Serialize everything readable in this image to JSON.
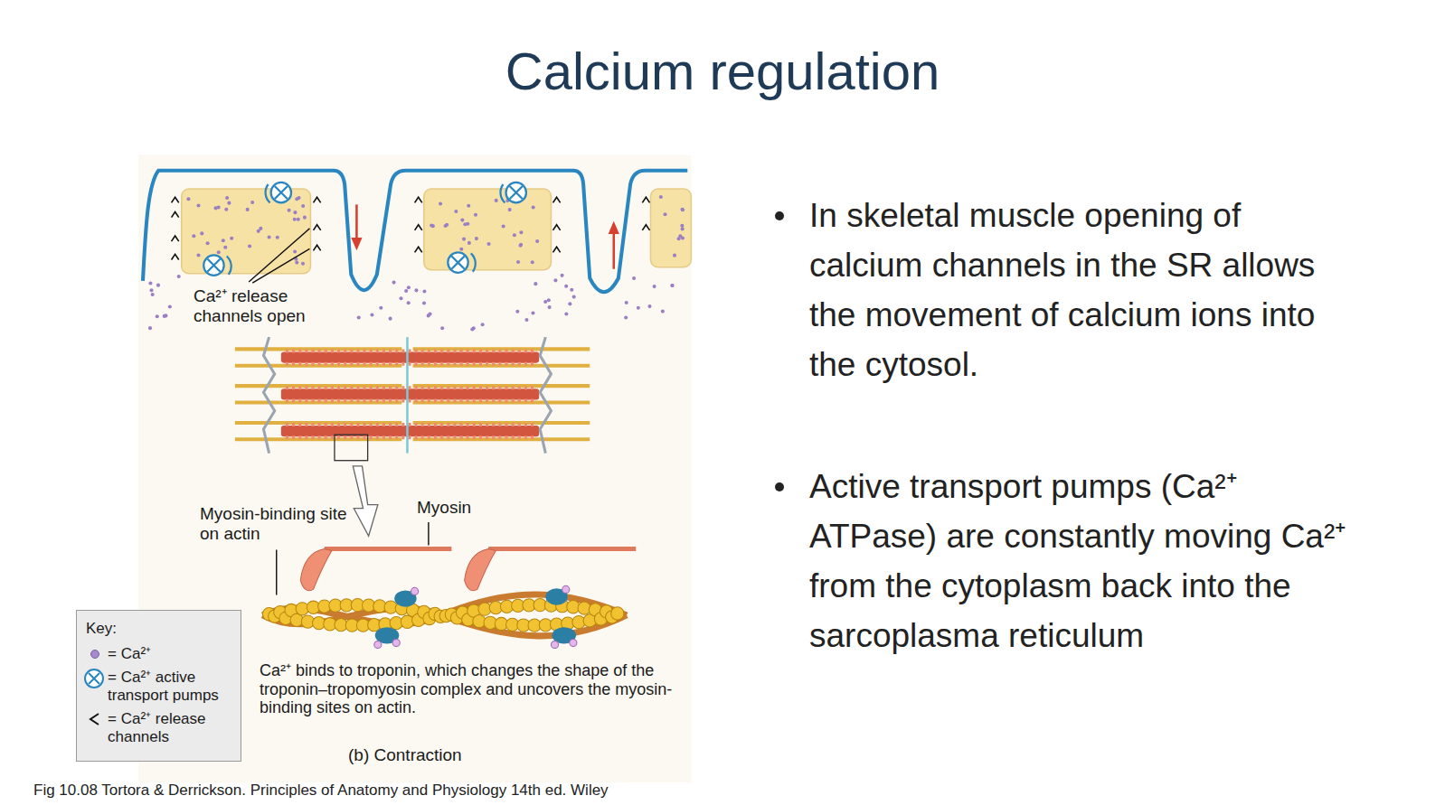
{
  "diagram": {
    "title": "Calcium regulation",
    "caption": "Fig 10.08 Tortora & Derrickson. Principles of Anatomy and Physiology 14th ed. Wiley",
    "nodes": [
      {
        "text": [
          "Key:"
        ]
      }
    ],
    "labels": [
      "Ca²⁺ release channels open",
      "Myosin-binding site on actin",
      "Myosin",
      "Ca²⁺ binds to troponin, which changes the shape of the troponin–tropomyosin complex and uncovers the myosin-binding sites on actin.",
      "(b) Contraction",
      "In skeletal muscle opening of calcium channels in the SR allows the movement of calcium ions into the cytosol.",
      "Active transport pumps (Ca²⁺ ATPase) are constantly moving Ca²⁺ from the cytoplasm back into the sarcoplasma reticulum"
    ],
    "legend": [
      {
        "text": "= Ca²⁺",
        "color": "#a58bcb"
      },
      {
        "text": "= Ca²⁺ active transport pumps"
      },
      {
        "text": "= Ca²⁺ release channels"
      }
    ]
  }
}
